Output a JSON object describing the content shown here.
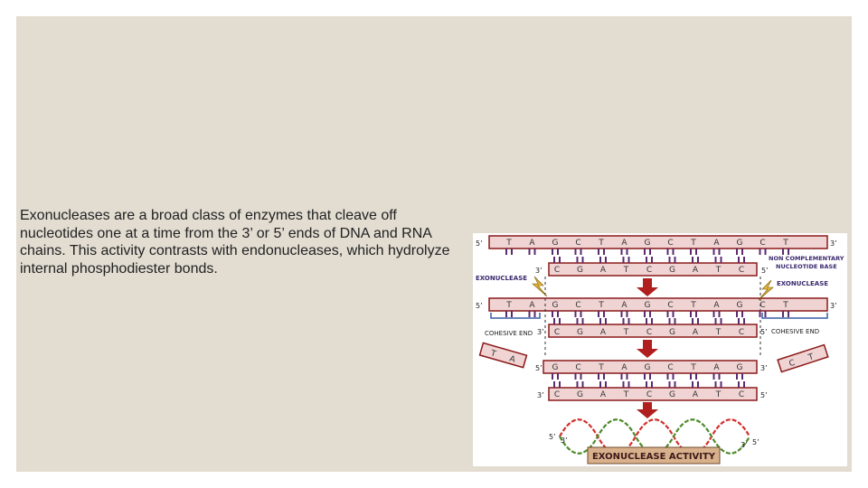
{
  "slide": {
    "paragraph": "Exonucleases are a broad class of enzymes that cleave off nucleotides one at a time from the 3’ or 5’ ends of DNA and RNA chains. This activity contrasts with endonucleases, which hydrolyze internal phosphodiester bonds."
  },
  "diagram": {
    "colors": {
      "strand_fill": "#f0d3d3",
      "strand_border": "#8b1a1a",
      "bond": "#5b2a6e",
      "arrow": "#b01e1e",
      "wave_red": "#d0312d",
      "wave_green": "#4e8a2a",
      "label_blue": "#3a5fa8",
      "activity_box": "#d9b08c"
    },
    "rows": [
      {
        "end_left": "5’",
        "end_right": "3’",
        "bases": [
          "T",
          "A",
          "G",
          "C",
          "T",
          "A",
          "G",
          "C",
          "T",
          "A",
          "G",
          "C",
          "T"
        ]
      },
      {
        "end_left": "3’",
        "end_right": "5’",
        "bases": [
          "C",
          "G",
          "A",
          "T",
          "C",
          "G",
          "A",
          "T",
          "C"
        ]
      },
      {
        "end_left": "5’",
        "end_right": "3’",
        "bases": [
          "T",
          "A",
          "G",
          "C",
          "T",
          "A",
          "G",
          "C",
          "T",
          "A",
          "G",
          "C",
          "T"
        ]
      },
      {
        "end_left": "3’",
        "end_right": "5’",
        "bases": [
          "C",
          "G",
          "A",
          "T",
          "C",
          "G",
          "A",
          "T",
          "C"
        ]
      },
      {
        "end_left": "5’",
        "end_right": "3’",
        "bases": [
          "G",
          "C",
          "T",
          "A",
          "G",
          "C",
          "T",
          "A",
          "G"
        ]
      },
      {
        "end_left": "3’",
        "end_right": "5’",
        "bases": [
          "C",
          "G",
          "A",
          "T",
          "C",
          "G",
          "A",
          "T",
          "C"
        ]
      }
    ],
    "fragment_left": [
      "T",
      "A"
    ],
    "fragment_right": [
      "C",
      "T"
    ],
    "labels": {
      "exonuclease": "EXONUCLEASE",
      "non_complementary_1": "NON COMPLEMENTARY",
      "non_complementary_2": "NUCLEOTIDE BASE",
      "cohesive_end": "COHESIVE END",
      "five_prime": "5’",
      "three_prime": "3’",
      "activity": "EXONUCLEASE ACTIVITY"
    }
  }
}
